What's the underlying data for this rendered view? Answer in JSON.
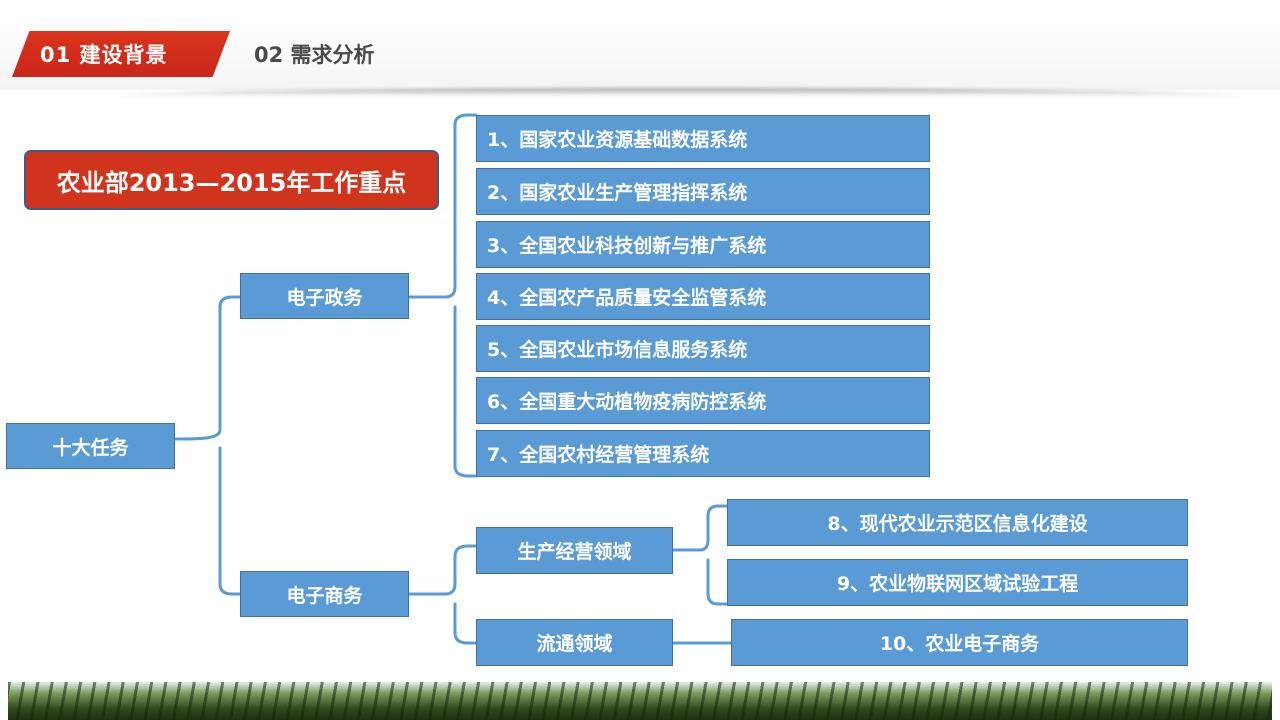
{
  "header": {
    "active_tab": "01  建设背景",
    "inactive_tab": "02 需求分析"
  },
  "title": "农业部2013—2015年工作重点",
  "root": "十大任务",
  "branches": {
    "egov": {
      "label": "电子政务",
      "items": [
        "1、国家农业资源基础数据系统",
        "2、国家农业生产管理指挥系统",
        "3、全国农业科技创新与推广系统",
        "4、全国农产品质量安全监管系统",
        "5、全国农业市场信息服务系统",
        "6、全国重大动植物疫病防控系统",
        "7、全国农村经营管理系统"
      ]
    },
    "ecom": {
      "label": "电子商务",
      "production": {
        "label": "生产经营领域",
        "items": [
          "8、现代农业示范区信息化建设",
          "9、农业物联网区域试验工程"
        ]
      },
      "circulation": {
        "label": "流通领域",
        "items": [
          "10、农业电子商务"
        ]
      }
    }
  },
  "colors": {
    "box_fill": "#5b9bd5",
    "box_border": "#41719c",
    "accent_red": "#d1341c"
  }
}
